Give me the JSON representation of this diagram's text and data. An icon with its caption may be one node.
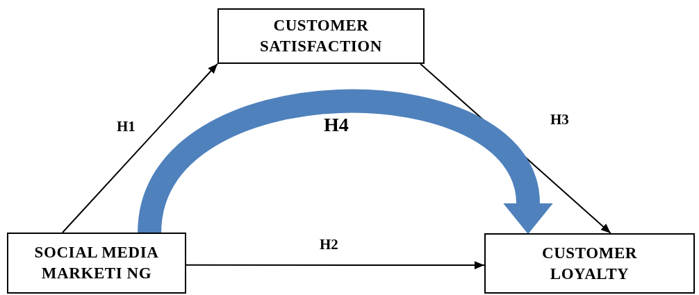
{
  "diagram": {
    "nodes": [
      {
        "text": [
          "CUSTOMER SATISFACTION"
        ]
      },
      {
        "text": [
          "SOCIAL MEDIA MARKETI NG"
        ]
      },
      {
        "text": [
          "CUSTOMER LOYALTY"
        ]
      }
    ],
    "edges": [
      {
        "from": 1,
        "to": 0,
        "arrow": "to",
        "label": "H1"
      },
      {
        "from": 0,
        "to": 2,
        "arrow": "to",
        "label": "H3"
      },
      {
        "from": 1,
        "to": 2,
        "arrow": "to",
        "label": "H2"
      },
      {
        "from": 1,
        "to": 2,
        "arrow": "to",
        "label": "H4",
        "style": "thick",
        "color": "#4f81bd"
      }
    ]
  }
}
